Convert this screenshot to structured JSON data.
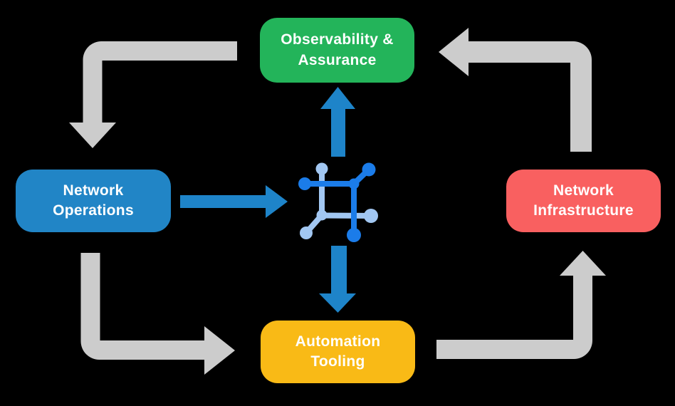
{
  "diagram": {
    "background_color": "#000000",
    "text_color": "#ffffff",
    "nodes": [
      {
        "id": "observability-assurance",
        "label": "Observability &\nAssurance",
        "color": "#23b45a"
      },
      {
        "id": "network-operations",
        "label": "Network\nOperations",
        "color": "#2185c6"
      },
      {
        "id": "network-infrastructure",
        "label": "Network\nInfrastructure",
        "color": "#f96060"
      },
      {
        "id": "automation-tooling",
        "label": "Automation\nTooling",
        "color": "#f9ba16"
      }
    ],
    "center_icon": {
      "name": "network-fabric-icon",
      "primary_color": "#1b7ce9",
      "secondary_color": "#a2c7f2"
    },
    "cycle_arrows": {
      "color": "#cccccc",
      "items": [
        {
          "name": "arrow-observability-to-operations",
          "direction": "down"
        },
        {
          "name": "arrow-operations-to-automation",
          "direction": "right"
        },
        {
          "name": "arrow-automation-to-infrastructure",
          "direction": "up"
        },
        {
          "name": "arrow-infrastructure-to-observability",
          "direction": "left"
        }
      ]
    },
    "flow_arrows": {
      "color": "#1e84c9",
      "items": [
        {
          "name": "arrow-operations-to-center",
          "direction": "right"
        },
        {
          "name": "arrow-center-to-observability",
          "direction": "up"
        },
        {
          "name": "arrow-center-to-automation",
          "direction": "down"
        }
      ]
    }
  }
}
